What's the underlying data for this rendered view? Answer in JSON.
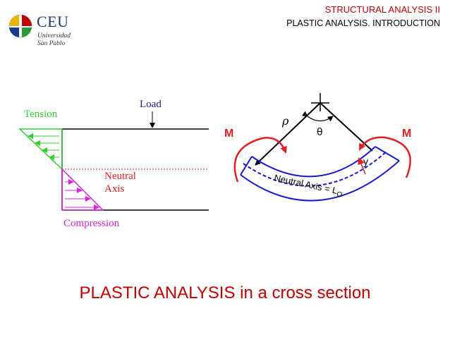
{
  "header": {
    "course": "STRUCTURAL ANALYSIS II",
    "topic": "PLASTIC ANALYSIS. INTRODUCTION"
  },
  "logo": {
    "name": "CEU",
    "line1": "Universidad",
    "line2": "San Pablo"
  },
  "left_diagram": {
    "load_label": "Load",
    "tension_label": "Tension",
    "neutral_label_1": "Neutral",
    "neutral_label_2": "Axis",
    "compression_label": "Compression"
  },
  "right_diagram": {
    "rho_label": "ρ",
    "theta_label": "θ",
    "moment_left": "M",
    "moment_right": "M",
    "y_label": "y",
    "neutral_axis_label": "Neutral Axis = L",
    "neutral_axis_sub": "O"
  },
  "caption": "PLASTIC ANALYSIS in a cross section",
  "colors": {
    "accent_red": "#c00000",
    "tension_green": "#33cc33",
    "compression_magenta": "#dd22dd",
    "beam_blue": "#1a1ad0",
    "moment_red": "#e02020"
  }
}
